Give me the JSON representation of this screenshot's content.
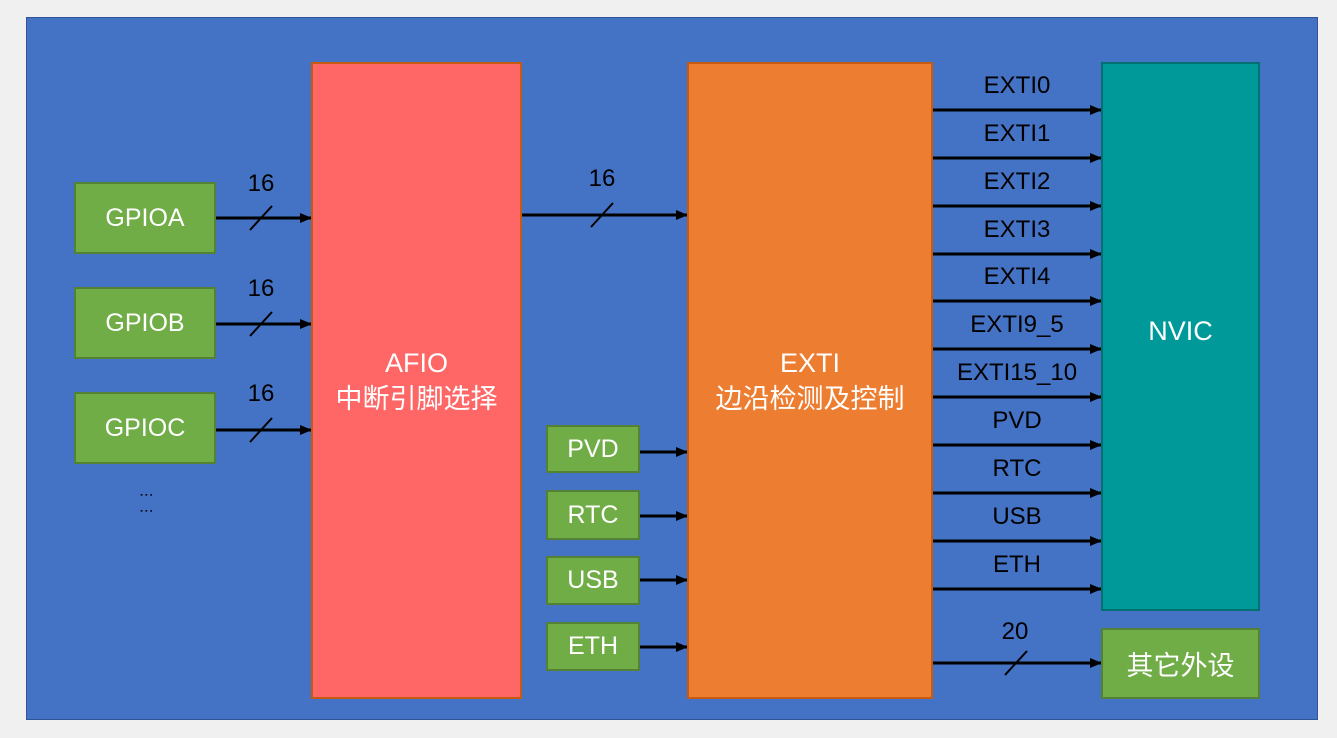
{
  "colors": {
    "background": "#4472c4",
    "gpio_box": "#70ad47",
    "afio_box": "#ff6666",
    "exti_box": "#ed7d31",
    "nvic_box": "#009999",
    "arrow": "#000000",
    "text_on_box": "#ffffff"
  },
  "gpio": {
    "a": "GPIOA",
    "b": "GPIOB",
    "c": "GPIOC",
    "ellipsis": "⋮⋮"
  },
  "gpio_bus_width": {
    "a": "16",
    "b": "16",
    "c": "16"
  },
  "afio": {
    "title": "AFIO",
    "subtitle": "中断引脚选择"
  },
  "afio_to_exti_width": "16",
  "exti": {
    "title": "EXTI",
    "subtitle": "边沿检测及控制"
  },
  "exti_inputs": {
    "pvd": "PVD",
    "rtc": "RTC",
    "usb": "USB",
    "eth": "ETH"
  },
  "exti_outputs": [
    "EXTI0",
    "EXTI1",
    "EXTI2",
    "EXTI3",
    "EXTI4",
    "EXTI9_5",
    "EXTI15_10",
    "PVD",
    "RTC",
    "USB",
    "ETH"
  ],
  "nvic": {
    "title": "NVIC"
  },
  "other": {
    "title": "其它外设",
    "bus_width": "20"
  }
}
